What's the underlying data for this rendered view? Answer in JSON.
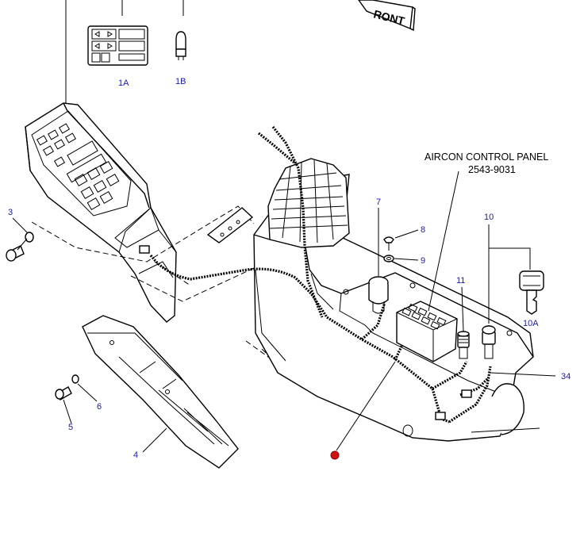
{
  "front_label": "RONT",
  "panel_title": {
    "line1": "AIRCON CONTROL PANEL",
    "line2": "2543-9031"
  },
  "callouts": {
    "c1A": "1A",
    "c1B": "1B",
    "c3": "3",
    "c4": "4",
    "c5": "5",
    "c6": "6",
    "c7": "7",
    "c8": "8",
    "c9": "9",
    "c10": "10",
    "c10A": "10A",
    "c11": "11",
    "c34": "34"
  },
  "colors": {
    "callout": "#1a1aa8",
    "ink": "#000000",
    "marker": "#d01010"
  }
}
